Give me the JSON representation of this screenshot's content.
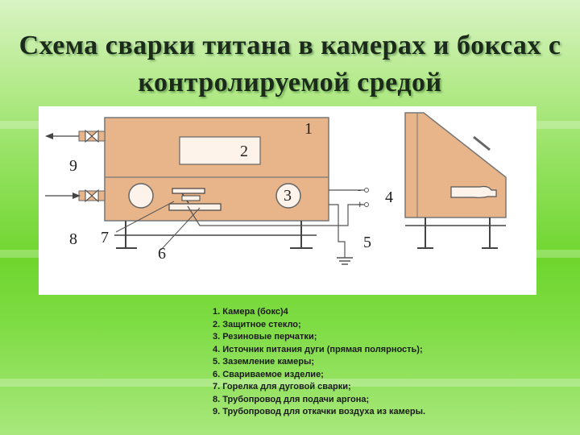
{
  "title_line1": "Схема сварки титана в камерах и боксах с",
  "title_line2": "контролируемой средой",
  "diagram": {
    "labels": [
      "1",
      "2",
      "3",
      "4",
      "5",
      "6",
      "7",
      "8",
      "9"
    ],
    "polarity": {
      "minus": "-",
      "plus": "+"
    },
    "colors": {
      "body": "#e8b48a",
      "line": "#555555",
      "panel": "#ffffff",
      "window": "#fdf3ea"
    }
  },
  "legend": [
    "1. Камера (бокс)4",
    "2. Защитное стекло;",
    "3. Резиновые перчатки;",
    "4. Источник питания дуги (прямая полярность);",
    "5. Заземление камеры;",
    "6. Свариваемое изделие;",
    "7. Горелка для дуговой сварки;",
    "8. Трубопровод для подачи аргона;",
    "9. Трубопровод для откачки воздуха из камеры."
  ]
}
